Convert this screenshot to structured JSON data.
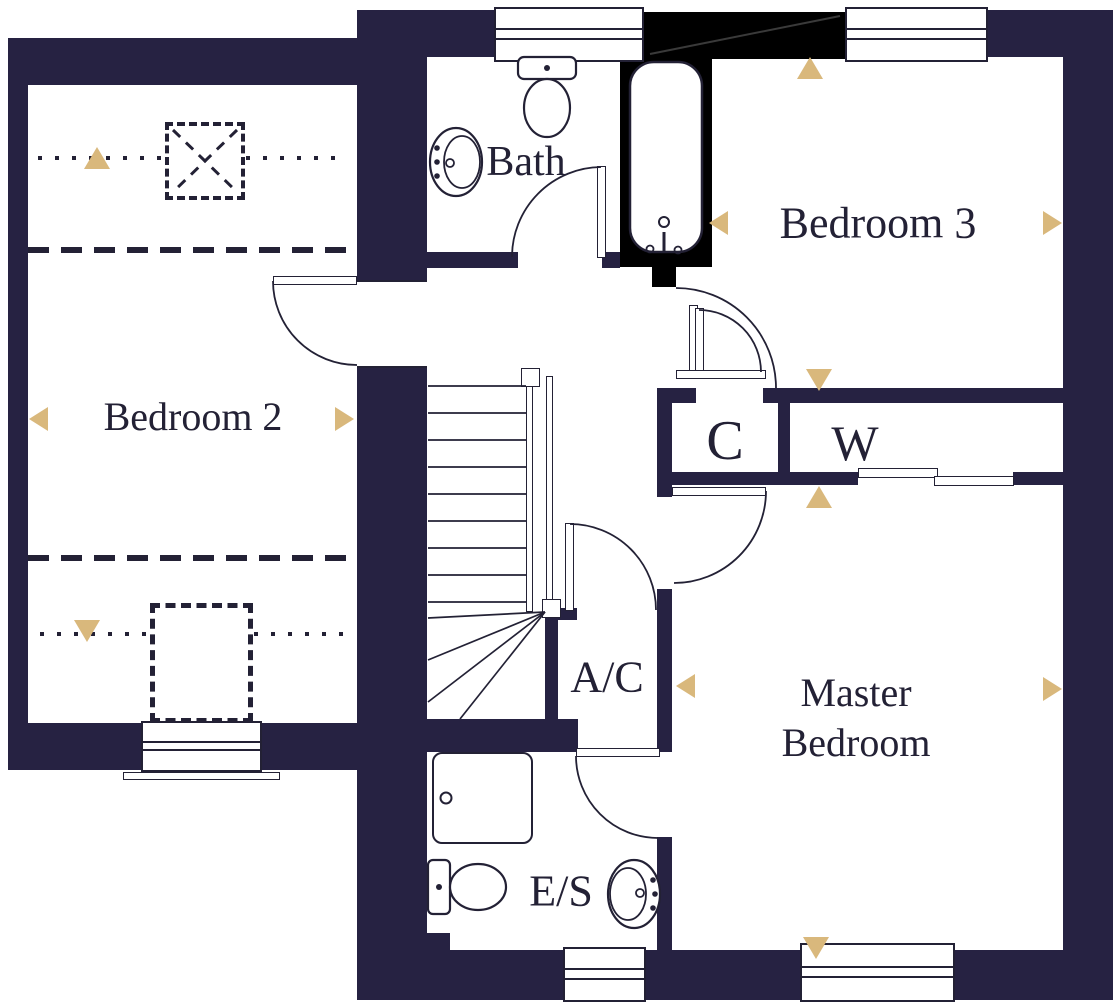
{
  "floorplan": {
    "rooms": {
      "bedroom2": {
        "label": "Bedroom 2"
      },
      "bath": {
        "label": "Bath"
      },
      "bedroom3": {
        "label": "Bedroom 3"
      },
      "cupboard": {
        "label": "C"
      },
      "wardrobe": {
        "label": "W"
      },
      "airing_cupboard": {
        "label": "A/C"
      },
      "master_bedroom": {
        "label": "Master Bedroom"
      },
      "ensuite": {
        "label": "E/S"
      }
    },
    "colors": {
      "wall_navy": "#262242",
      "line_ink": "#232135",
      "accent_gold": "#d9b87c",
      "highlight_black": "#000000",
      "background": "#ffffff"
    },
    "markers": {
      "direction_triangles": [
        {
          "room": "bedroom2",
          "direction": "up"
        },
        {
          "room": "bedroom2",
          "direction": "left"
        },
        {
          "room": "bedroom2",
          "direction": "right"
        },
        {
          "room": "bedroom2",
          "direction": "down"
        },
        {
          "room": "bedroom3",
          "direction": "up"
        },
        {
          "room": "bedroom3",
          "direction": "left"
        },
        {
          "room": "bedroom3",
          "direction": "right"
        },
        {
          "room": "bedroom3",
          "direction": "down"
        },
        {
          "room": "master_bedroom",
          "direction": "up"
        },
        {
          "room": "master_bedroom",
          "direction": "left"
        },
        {
          "room": "master_bedroom",
          "direction": "right"
        },
        {
          "room": "master_bedroom",
          "direction": "down"
        }
      ]
    },
    "fixtures": [
      "bathtub",
      "toilet",
      "wash-basin",
      "shower",
      "staircase",
      "sliding-wardrobe-door",
      "skylight",
      "dormer-window"
    ]
  }
}
